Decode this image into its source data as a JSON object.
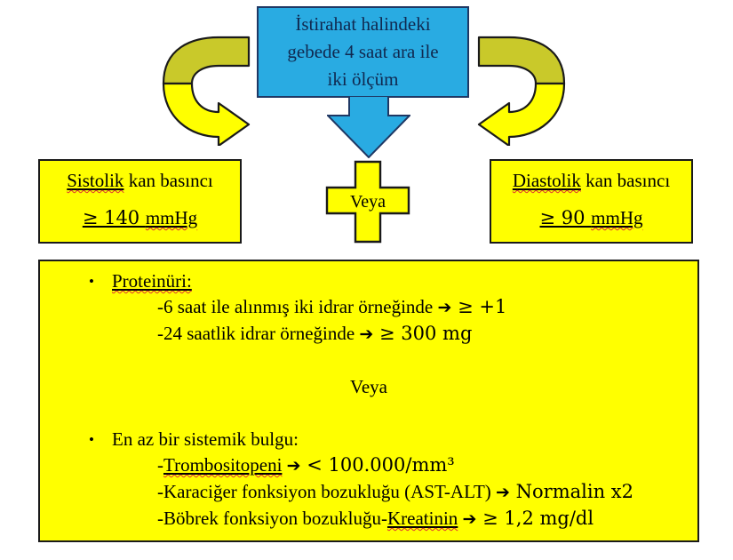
{
  "diagram": {
    "title_box": {
      "lines": [
        "İstirahat halindeki",
        "gebede 4 saat ara ile",
        "iki ölçüm"
      ],
      "fill_color": "#29ABE2",
      "border_color": "#1F3864",
      "text_color": "#10284F"
    },
    "connector_down_arrow": {
      "name": "down-arrow",
      "color": "#29ABE2"
    },
    "curved_arrows": [
      {
        "name": "curved-arrow-left",
        "direction": "down-right",
        "color": "#FFFF00",
        "shade_color": "#C8C820"
      },
      {
        "name": "curved-arrow-right",
        "direction": "down-left",
        "color": "#FFFF00",
        "shade_color": "#C8C820"
      }
    ],
    "systolic_box": {
      "title": "Sistolik kan basıncı",
      "title_spell_word": "Sistolik",
      "title_rest": " kan basıncı",
      "value_prefix": "≥ 140 ",
      "value_unit": "mmHg",
      "fill_color": "#FFFF00",
      "border_color": "#1A1A1A"
    },
    "diastolic_box": {
      "title": "Diastolik kan basıncı",
      "title_spell_word": "Diastolik",
      "title_rest": " kan basıncı",
      "value_prefix": "≥ 90 ",
      "value_unit": "mmHg",
      "fill_color": "#FFFF00",
      "border_color": "#1A1A1A"
    },
    "plus_connector": {
      "label": "Veya",
      "fill_color": "#FFFF00",
      "border_color": "#1A1A1A"
    },
    "criteria_panel": {
      "fill_color": "#FFFF00",
      "border_color": "#1A1A1A",
      "bullet_glyph": "•",
      "arrow_glyph": "➔",
      "groups": [
        {
          "heading": "Proteinüri:",
          "items": [
            {
              "text_before": "-6 saat ile alınmış iki idrar örneğinde ",
              "arrow": "➔",
              "text_after": " ≥ +1"
            },
            {
              "text_before": "-24 saatlik idrar örneğinde ",
              "arrow": "➔",
              "text_after": " ≥ 300 mg"
            }
          ]
        },
        {
          "heading": "En az bir sistemik bulgu:",
          "items": [
            {
              "dash": "-",
              "spell_word": "Trombositopeni",
              "text_before": "",
              "arrow": "➔",
              "text_after": " < 100.000/mm³"
            },
            {
              "dash": "-",
              "text_before": "Karaciğer fonksiyon bozukluğu (AST-ALT) ",
              "arrow": "➔",
              "text_after": " Normalin x2"
            },
            {
              "dash": "-",
              "text_before": "Böbrek fonksiyon bozukluğu-",
              "spell_word": "Kreatinin",
              "arrow": "➔",
              "text_after": " ≥ 1,2 mg/dl"
            }
          ]
        }
      ],
      "separator_label": "Veya"
    }
  }
}
